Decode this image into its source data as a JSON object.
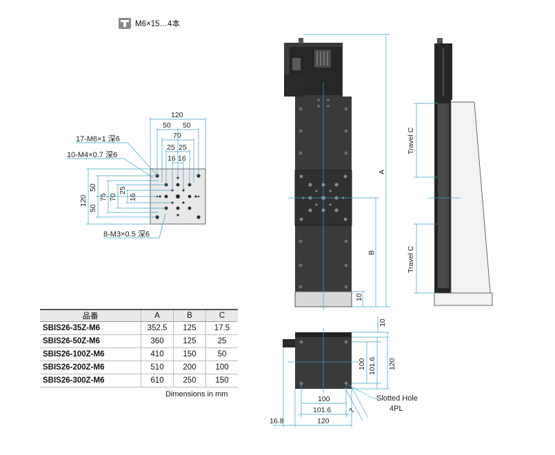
{
  "tap_note": {
    "icon": "tapped-hole-icon",
    "text": "M6×15…4本"
  },
  "top_view": {
    "dims": {
      "w120": "120",
      "w50a": "50",
      "w50b": "50",
      "w70": "70",
      "w25a": "25",
      "w25b": "25",
      "w16a": "16",
      "w16b": "16",
      "h120": "120",
      "h50a": "50",
      "h50b": "50",
      "h75": "75",
      "h70": "70",
      "h25": "25",
      "h16": "16"
    },
    "callouts": {
      "m6": "17-M6×1 深6",
      "m4": "10-M4×0.7 深6",
      "m3": "8-M3×0.5 深6"
    }
  },
  "front_view": {
    "dim_a": "A",
    "dim_b": "B",
    "dim_10": "10"
  },
  "side_view": {
    "travel_upper": "Travel C",
    "travel_lower": "Travel C"
  },
  "bottom_view": {
    "dim_10": "10",
    "dim_100v": "100",
    "dim_1016v": "101.6",
    "dim_120v": "120",
    "dim_100h": "100",
    "dim_1016h": "101.6",
    "dim_120h": "120",
    "dim_168": "16.8",
    "dim_7": "7",
    "slotted_hole": "Slotted Hole",
    "slotted_count": "4PL"
  },
  "table": {
    "headers": [
      "品番",
      "A",
      "B",
      "C"
    ],
    "rows": [
      [
        "SBIS26-35Z-M6",
        "352.5",
        "125",
        "17.5"
      ],
      [
        "SBIS26-50Z-M6",
        "360",
        "125",
        "25"
      ],
      [
        "SBIS26-100Z-M6",
        "410",
        "150",
        "50"
      ],
      [
        "SBIS26-200Z-M6",
        "510",
        "200",
        "100"
      ],
      [
        "SBIS26-300Z-M6",
        "610",
        "250",
        "150"
      ]
    ],
    "units": "Dimensions in mm"
  }
}
